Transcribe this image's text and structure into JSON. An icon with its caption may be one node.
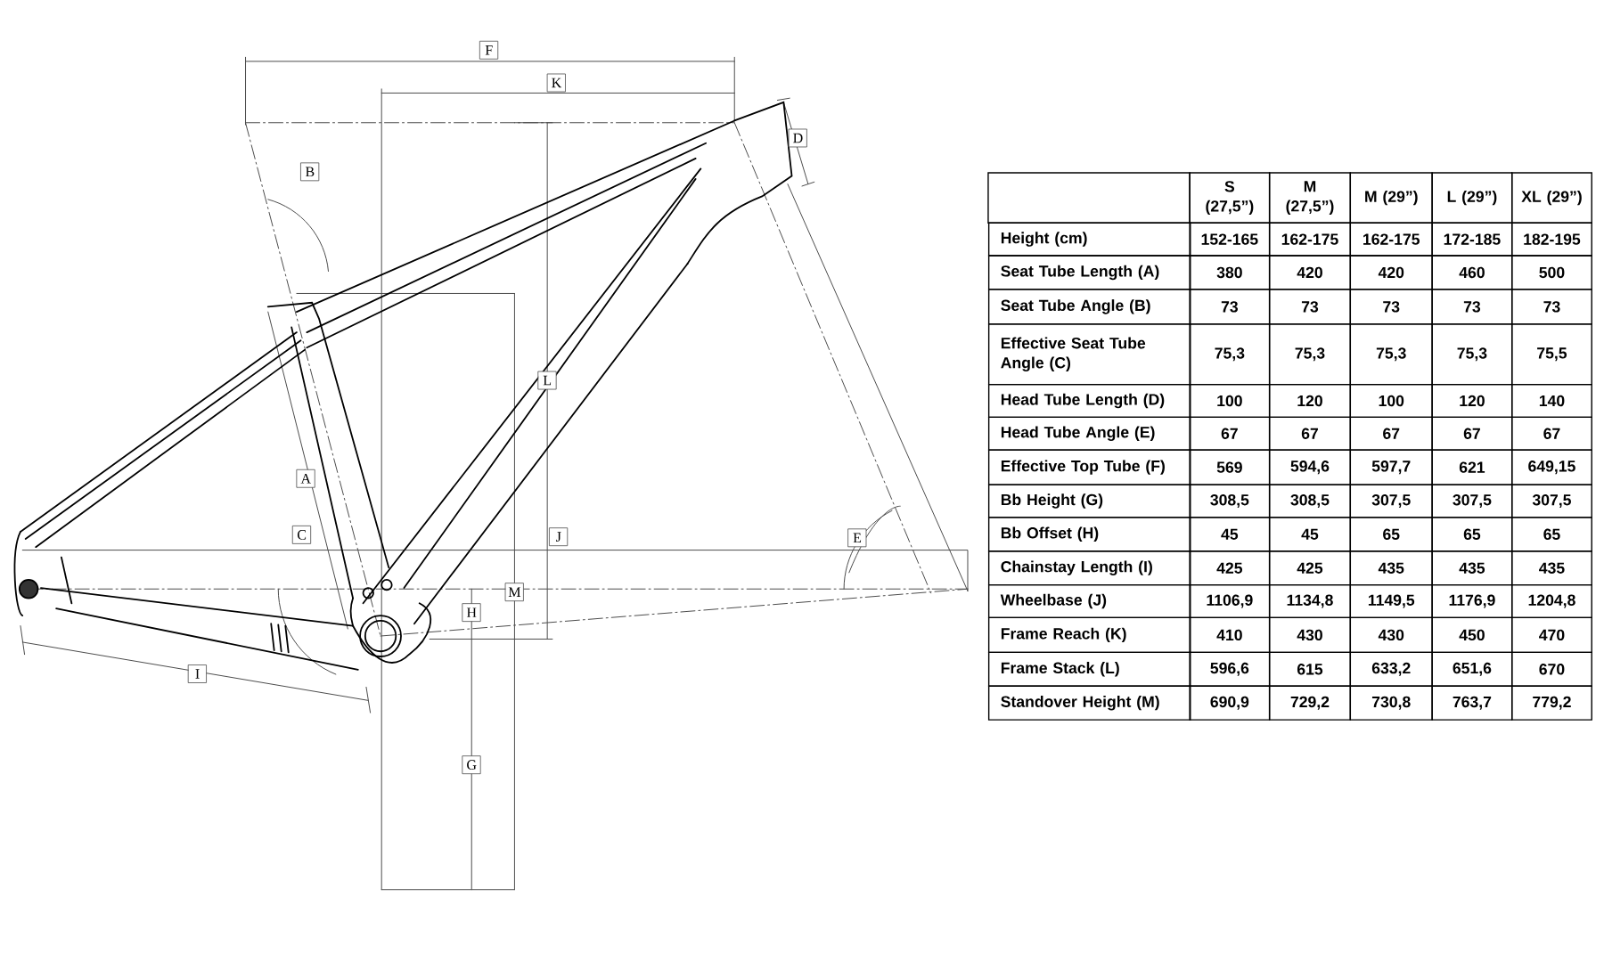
{
  "diagram": {
    "labels": [
      "F",
      "K",
      "D",
      "B",
      "L",
      "A",
      "C",
      "J",
      "E",
      "M",
      "H",
      "I",
      "G",
      "S (27,5”)",
      "M (27,5”)",
      "M (29”)",
      "L (29”)",
      "XL (29”)",
      "Height (cm)",
      "152-165",
      "162-175",
      "162-175",
      "172-185",
      "182-195",
      "Seat Tube Length (A)",
      "380",
      "420",
      "420",
      "460",
      "500",
      "Seat Tube Angle (B)",
      "73",
      "73",
      "73",
      "73",
      "73",
      "Effective Seat Tube Angle (C)",
      "75,3",
      "75,3",
      "75,3",
      "75,3",
      "75,5",
      "Head Tube Length (D)",
      "100",
      "120",
      "100",
      "120",
      "140",
      "Head Tube Angle (E)",
      "67",
      "67",
      "67",
      "67",
      "67",
      "Effective Top Tube (F)",
      "569",
      "594,6",
      "597,7",
      "621",
      "649,15",
      "Bb Height (G)",
      "308,5",
      "308,5",
      "307,5",
      "307,5",
      "307,5",
      "Bb Offset (H)",
      "45",
      "45",
      "65",
      "65",
      "65",
      "Chainstay Length (I)",
      "425",
      "425",
      "435",
      "435",
      "435",
      "Wheelbase (J)",
      "1106,9",
      "1134,8",
      "1149,5",
      "1176,9",
      "1204,8",
      "Frame Reach (K)",
      "410",
      "430",
      "430",
      "450",
      "470",
      "Frame Stack (L)",
      "596,6",
      "615",
      "633,2",
      "651,6",
      "670",
      "Standover Height (M)",
      "690,9",
      "729,2",
      "730,8",
      "763,7",
      "779,2"
    ]
  }
}
